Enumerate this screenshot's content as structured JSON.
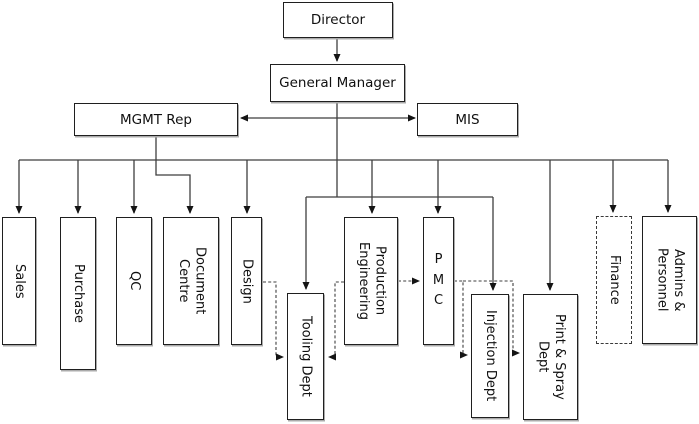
{
  "nodes": {
    "director": {
      "label": "Director"
    },
    "general_manager": {
      "label": "General Manager"
    },
    "mgmt_rep": {
      "label": "MGMT Rep"
    },
    "mis": {
      "label": "MIS"
    },
    "sales": {
      "label": "Sales"
    },
    "purchase": {
      "label": "Purchase"
    },
    "qc": {
      "label": "QC"
    },
    "document_centre": {
      "label": "Document\nCentre"
    },
    "design": {
      "label": "Design"
    },
    "tooling_dept": {
      "label": "Tooling Dept"
    },
    "production_engineering": {
      "label": "Production\nEngineering"
    },
    "pmc": {
      "label": "P\nM\nC"
    },
    "injection_dept": {
      "label": "Injection Dept"
    },
    "print_spray_dept": {
      "label": "Print & Spray\nDept"
    },
    "finance": {
      "label": "Finance"
    },
    "admins_personnel": {
      "label": "Admins &\nPersonnel"
    }
  },
  "colors": {
    "background": "#ffffff",
    "box_border": "#1f1f1f",
    "box_fill": "#ffffff",
    "connector": "#3f3f3f",
    "text": "#101010",
    "shadow": "#ababab"
  }
}
